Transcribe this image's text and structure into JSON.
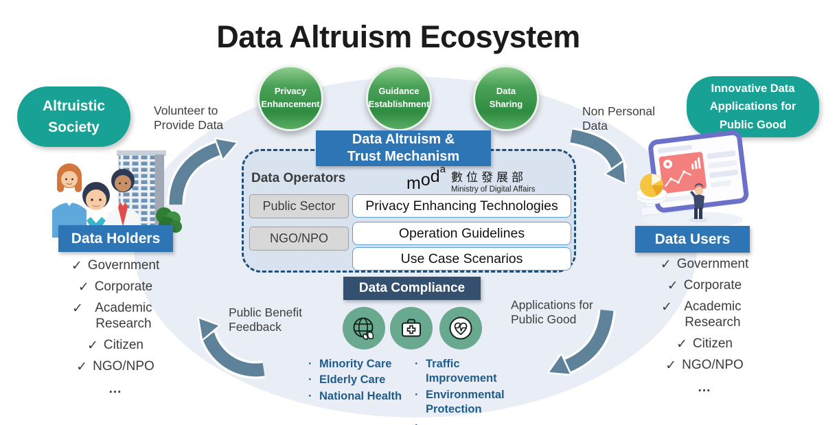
{
  "title": "Data Altruism Ecosystem",
  "colors": {
    "teal_accent": "#17A295",
    "banner_blue": "#2E75B6",
    "compliance_navy": "#34506E",
    "dashed_border_navy": "#1F4E79",
    "arrow_steel_blue": "#5D8299",
    "pillar_green": "#2F8C41",
    "compliance_circle_teal": "#68A98F",
    "bullet_text_blue": "#1F5C8C"
  },
  "pillars": [
    {
      "line1": "Privacy",
      "line2": "Enhancement"
    },
    {
      "line1": "Guidance",
      "line2": "Establishment"
    },
    {
      "line1": "Data",
      "line2": "Sharing"
    }
  ],
  "left": {
    "society": {
      "line1": "Altruistic",
      "line2": "Society"
    },
    "flow_label": {
      "line1": "Volunteer to",
      "line2": "Provide Data"
    },
    "banner": "Data Holders",
    "checklist": [
      {
        "check": "✓",
        "label": "Government"
      },
      {
        "check": "✓",
        "label": "Corporate"
      },
      {
        "check": "✓",
        "label": "Academic Research"
      },
      {
        "check": "✓",
        "label": "Citizen"
      },
      {
        "check": "✓",
        "label": "NGO/NPO"
      },
      {
        "check": "",
        "label": "..."
      }
    ],
    "illustration": "data-holders-people-and-building"
  },
  "center": {
    "mechanism_banner": {
      "line1": "Data Altruism &",
      "line2": "Trust Mechanism"
    },
    "operators_label": "Data Operators",
    "moda_logo": {
      "m": "m",
      "o": "o",
      "d": "d",
      "a": "a",
      "chinese": "數位發展部",
      "english": "Ministry of Digital Affairs"
    },
    "operator_types": [
      "Public Sector",
      "NGO/NPO"
    ],
    "mechanism_items": [
      "Privacy Enhancing Technologies",
      "Operation Guidelines",
      "Use Case  Scenarios"
    ],
    "compliance_banner": "Data Compliance",
    "compliance_icons": [
      "globe-leaf-icon",
      "first-aid-kit-icon",
      "heart-pulse-icon"
    ],
    "bullet_char": "·",
    "use_cases_col1": [
      "Minority Care",
      "Elderly Care",
      "National Health"
    ],
    "use_cases_col2": [
      "Traffic Improvement",
      "Environmental Protection",
      "........."
    ]
  },
  "right": {
    "apps_box": {
      "line1": "Innovative Data",
      "line2": "Applications  for",
      "line3": "Public Good"
    },
    "flow_label": {
      "line1": "Non Personal",
      "line2": "Data"
    },
    "banner": "Data Users",
    "checklist": [
      {
        "check": "✓",
        "label": "Government"
      },
      {
        "check": "✓",
        "label": "Corporate"
      },
      {
        "check": "✓",
        "label": "Academic Research"
      },
      {
        "check": "✓",
        "label": "Citizen"
      },
      {
        "check": "✓",
        "label": "NGO/NPO"
      },
      {
        "check": "",
        "label": "..."
      }
    ],
    "illustration": "data-users-dashboard-monitor"
  },
  "flows": {
    "bottom_right": {
      "line1": "Applications for",
      "line2": "Public Good"
    },
    "bottom_left": {
      "line1": "Public Benefit",
      "line2": "Feedback"
    }
  }
}
